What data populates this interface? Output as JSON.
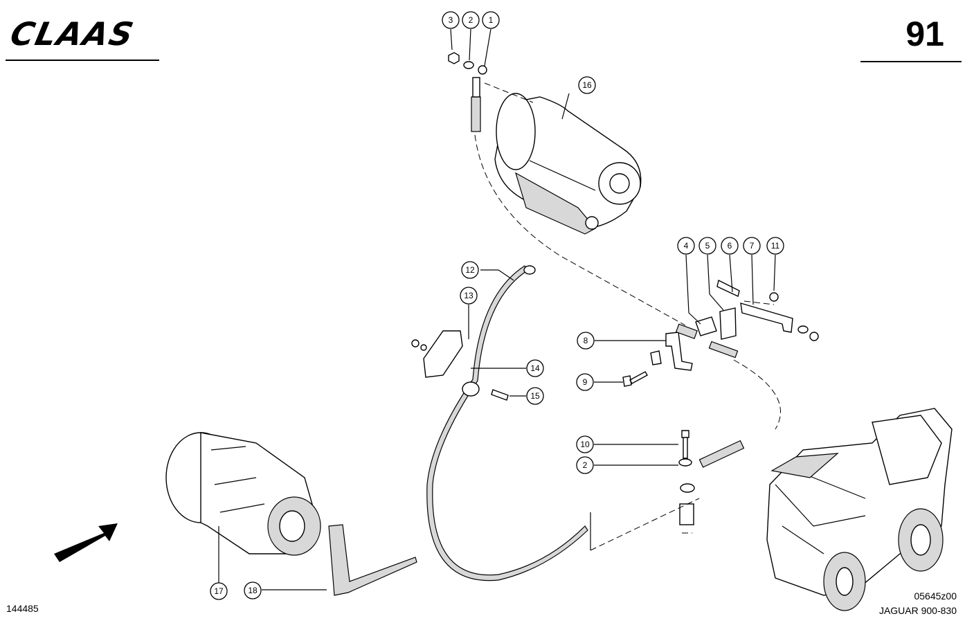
{
  "header": {
    "brand": "CLAAS",
    "page_number": "91"
  },
  "footer": {
    "drawing_id": "144485",
    "figure_code": "05645z00",
    "model": "JAGUAR 900-830"
  },
  "callouts": {
    "c3": "3",
    "c2a": "2",
    "c1": "1",
    "c16": "16",
    "c4": "4",
    "c5": "5",
    "c6": "6",
    "c7": "7",
    "c11": "11",
    "c12": "12",
    "c13": "13",
    "c8": "8",
    "c14": "14",
    "c9": "9",
    "c15": "15",
    "c10": "10",
    "c2b": "2",
    "c17": "17",
    "c18": "18"
  }
}
